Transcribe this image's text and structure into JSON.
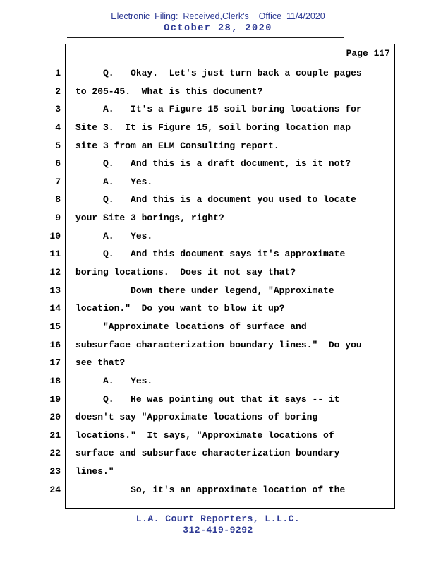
{
  "colors": {
    "stamp_blue": "#2e3a94",
    "text": "#000000"
  },
  "header": {
    "filing_line": "Electronic  Filing:  Received,Clerk's    Office  11/4/2020",
    "date_line": "October 28, 2020"
  },
  "page": {
    "page_label": "Page 117",
    "lines": [
      {
        "num": "1",
        "text": "     Q.   Okay.  Let's just turn back a couple pages"
      },
      {
        "num": "2",
        "text": "to 205-45.  What is this document?"
      },
      {
        "num": "3",
        "text": "     A.   It's a Figure 15 soil boring locations for"
      },
      {
        "num": "4",
        "text": "Site 3.  It is Figure 15, soil boring location map"
      },
      {
        "num": "5",
        "text": "site 3 from an ELM Consulting report."
      },
      {
        "num": "6",
        "text": "     Q.   And this is a draft document, is it not?"
      },
      {
        "num": "7",
        "text": "     A.   Yes."
      },
      {
        "num": "8",
        "text": "     Q.   And this is a document you used to locate"
      },
      {
        "num": "9",
        "text": "your Site 3 borings, right?"
      },
      {
        "num": "10",
        "text": "     A.   Yes."
      },
      {
        "num": "11",
        "text": "     Q.   And this document says it's approximate"
      },
      {
        "num": "12",
        "text": "boring locations.  Does it not say that?"
      },
      {
        "num": "13",
        "text": "          Down there under legend, \"Approximate"
      },
      {
        "num": "14",
        "text": "location.\"  Do you want to blow it up?"
      },
      {
        "num": "15",
        "text": "     \"Approximate locations of surface and"
      },
      {
        "num": "16",
        "text": "subsurface characterization boundary lines.\"  Do you"
      },
      {
        "num": "17",
        "text": "see that?"
      },
      {
        "num": "18",
        "text": "     A.   Yes."
      },
      {
        "num": "19",
        "text": "     Q.   He was pointing out that it says -- it"
      },
      {
        "num": "20",
        "text": "doesn't say \"Approximate locations of boring"
      },
      {
        "num": "21",
        "text": "locations.\"  It says, \"Approximate locations of"
      },
      {
        "num": "22",
        "text": "surface and subsurface characterization boundary"
      },
      {
        "num": "23",
        "text": "lines.\""
      },
      {
        "num": "24",
        "text": "          So, it's an approximate location of the"
      }
    ]
  },
  "footer": {
    "company": "L.A. Court Reporters, L.L.C.",
    "phone": "312-419-9292"
  }
}
